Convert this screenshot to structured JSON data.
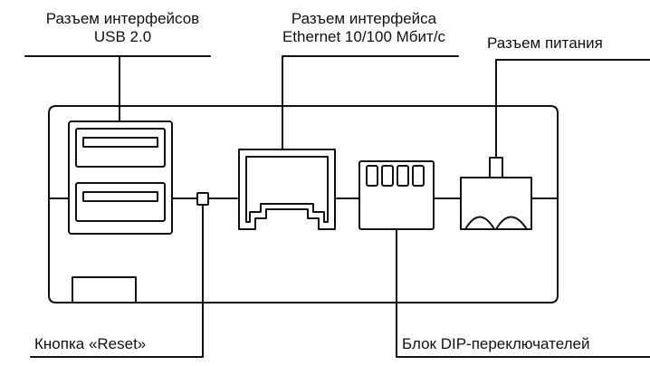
{
  "callouts": {
    "usb": {
      "line1": "Разъем интерфейсов",
      "line2": "USB 2.0"
    },
    "ethernet": {
      "line1": "Разъем интерфейса",
      "line2": "Ethernet 10/100 Мбит/с"
    },
    "power": {
      "line1": "Разъем питания"
    },
    "reset": {
      "line1": "Кнопка «Reset»"
    },
    "dip": {
      "line1": "Блок DIP-переключателей"
    }
  },
  "colors": {
    "stroke": "#111111",
    "background": "#ffffff"
  }
}
